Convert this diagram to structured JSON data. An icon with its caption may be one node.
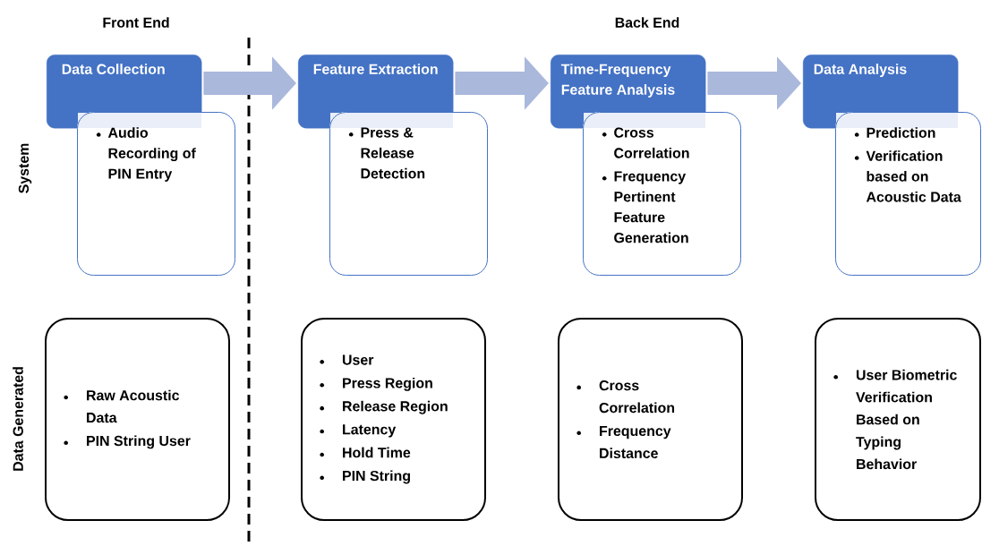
{
  "diagram": {
    "nodes": [
      {
        "text": [
          "Data Collection"
        ]
      },
      {
        "text": [
          "Audio Recording of PIN Entry"
        ]
      },
      {
        "text": [
          "Feature Extraction"
        ]
      },
      {
        "text": [
          "Press & Release Detection"
        ]
      },
      {
        "text": [
          "Time-Frequency Feature Analysis"
        ]
      },
      {
        "text": [
          "Cross Correlation",
          "Frequency Pertinent Feature Generation"
        ]
      },
      {
        "text": [
          "Data Analysis"
        ]
      },
      {
        "text": [
          "Prediction",
          "Verification based on Acoustic Data"
        ]
      },
      {
        "text": [
          "Raw Acoustic Data",
          "PIN String User"
        ]
      },
      {
        "text": [
          "User",
          "Press Region",
          "Release Region",
          "Latency",
          "Hold Time",
          "PIN String"
        ]
      },
      {
        "text": [
          "Cross Correlation",
          "Frequency Distance"
        ]
      },
      {
        "text": [
          "User Biometric Verification Based on Typing Behavior"
        ]
      }
    ],
    "edges": [
      {
        "from": 0,
        "to": 2,
        "arrow": "to"
      },
      {
        "from": 2,
        "to": 4,
        "arrow": "to"
      },
      {
        "from": 4,
        "to": 6,
        "arrow": "to"
      }
    ],
    "labels": [
      "Front End",
      "Back End",
      "System",
      "Data Generated"
    ]
  }
}
